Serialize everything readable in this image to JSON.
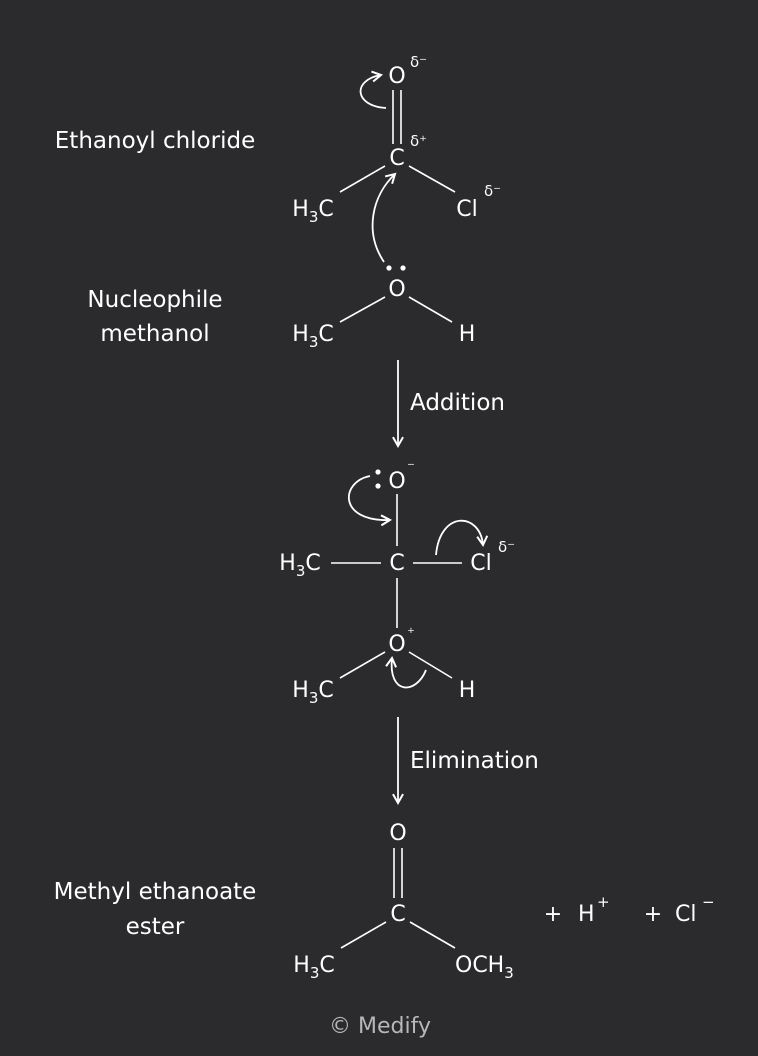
{
  "labels": {
    "reactant": "Ethanoyl chloride",
    "nucleophile_line1": "Nucleophile",
    "nucleophile_line2": "methanol",
    "product_line1": "Methyl ethanoate",
    "product_line2": "ester"
  },
  "steps": {
    "addition": "Addition",
    "elimination": "Elimination"
  },
  "atoms": {
    "o": "O",
    "c": "C",
    "h": "H",
    "cl": "Cl",
    "h3c_h": "H",
    "h3c_sub": "3",
    "h3c_c": "C",
    "och3_main": "OCH",
    "och3_sub": "3"
  },
  "charges": {
    "delta_minus": "δ⁻",
    "delta_plus": "δ⁺",
    "minus": "⁻",
    "plus": "⁺"
  },
  "byproducts": {
    "plus_sign": "+",
    "proton": "H",
    "proton_charge": "+",
    "chloride": "Cl",
    "chloride_charge": "−"
  },
  "credit": "© Medify",
  "colors": {
    "background": "#2b2b2d",
    "foreground": "#ffffff",
    "credit": "#b7b7b9"
  }
}
